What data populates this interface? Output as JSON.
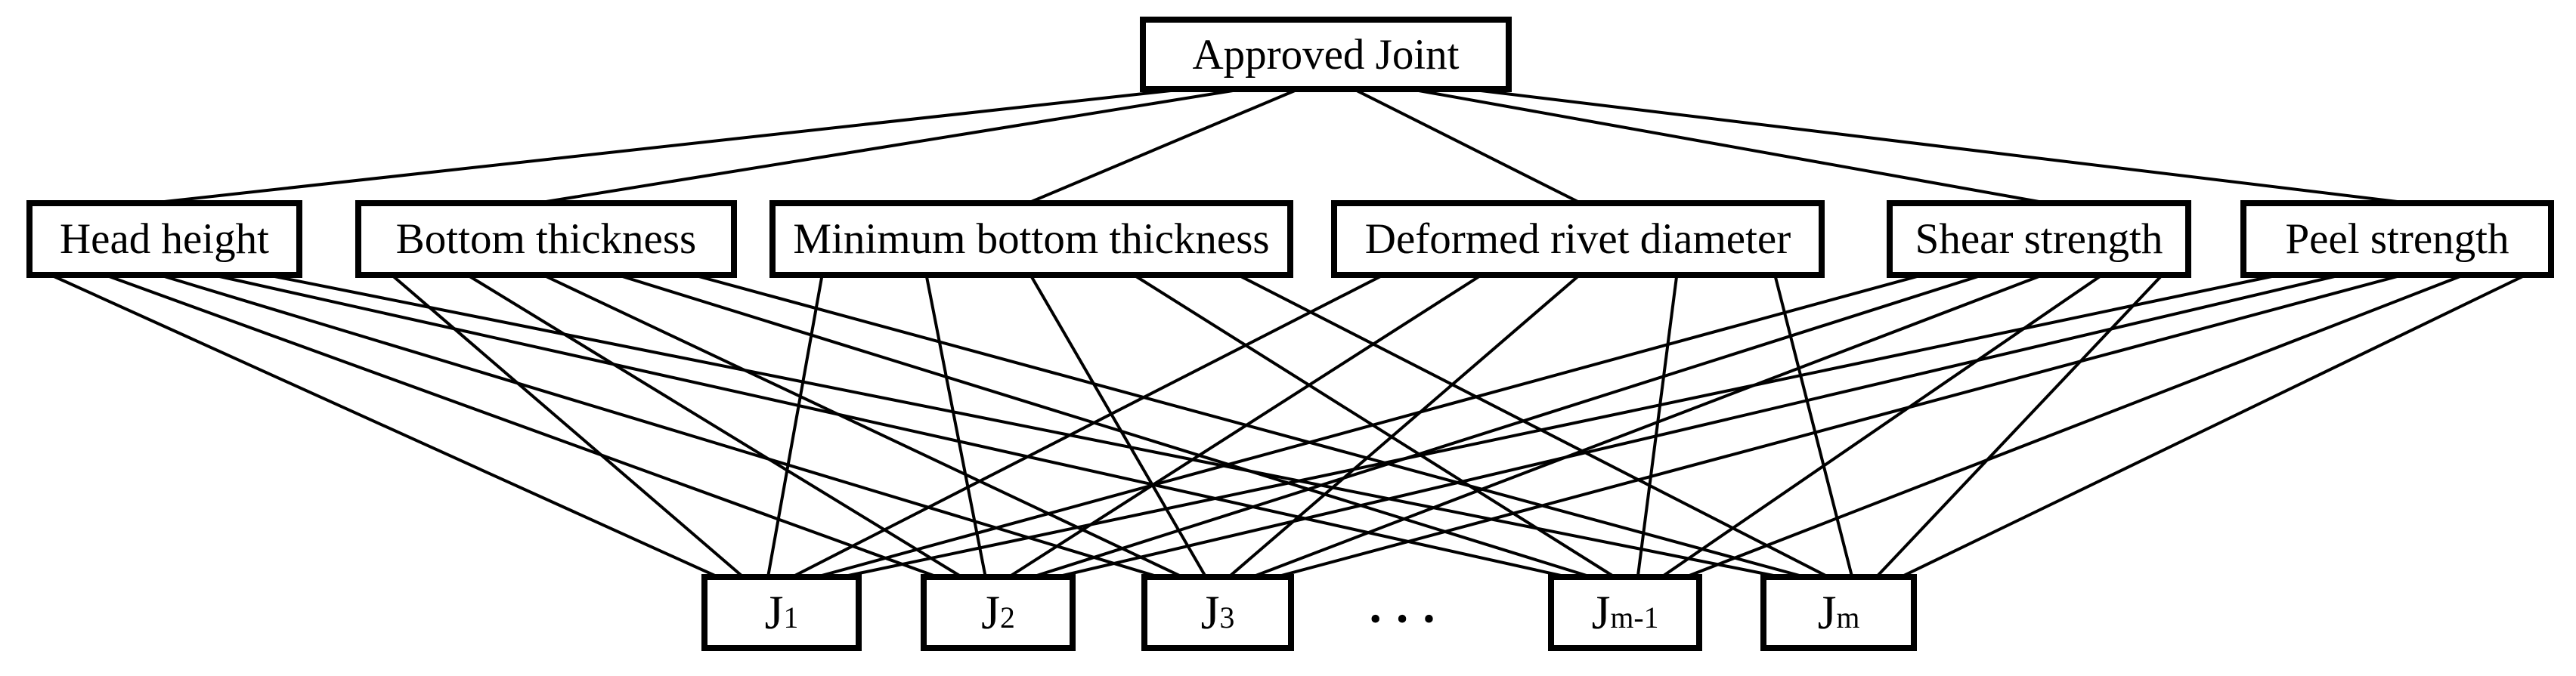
{
  "diagram": {
    "type": "hierarchy",
    "goal": {
      "label": "Approved Joint"
    },
    "criteria": [
      {
        "label": "Head height"
      },
      {
        "label": "Bottom thickness"
      },
      {
        "label": "Minimum bottom thickness"
      },
      {
        "label": "Deformed rivet diameter"
      },
      {
        "label": "Shear strength"
      },
      {
        "label": "Peel strength"
      }
    ],
    "alternatives": [
      {
        "base": "J",
        "sub": "1"
      },
      {
        "base": "J",
        "sub": "2"
      },
      {
        "base": "J",
        "sub": "3"
      },
      {
        "base": "J",
        "sub": "m-1"
      },
      {
        "base": "J",
        "sub": "m"
      }
    ],
    "ellipsis": "•••",
    "edges": {
      "goal_to_criteria": "complete",
      "criteria_to_alternatives": "complete",
      "goal_to_criteria_count": 6,
      "criteria_to_alternatives_count": 30
    },
    "colors": {
      "line": "#000000",
      "box_border": "#000000",
      "box_fill": "#ffffff",
      "text": "#000000",
      "background": "#ffffff"
    }
  }
}
